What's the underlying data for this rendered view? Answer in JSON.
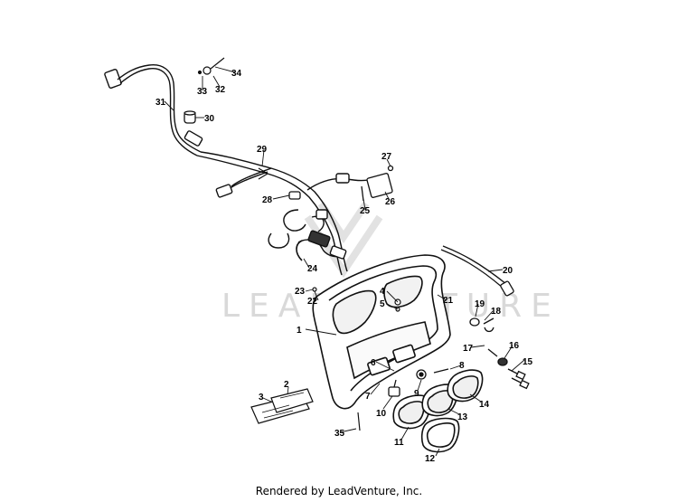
{
  "watermark": "LEADVENTURE",
  "footer": "Rendered by LeadVenture, Inc.",
  "callouts": [
    {
      "num": "1"
    },
    {
      "num": "2"
    },
    {
      "num": "3"
    },
    {
      "num": "4"
    },
    {
      "num": "5"
    },
    {
      "num": "6"
    },
    {
      "num": "7"
    },
    {
      "num": "8"
    },
    {
      "num": "9"
    },
    {
      "num": "10"
    },
    {
      "num": "11"
    },
    {
      "num": "12"
    },
    {
      "num": "13"
    },
    {
      "num": "14"
    },
    {
      "num": "15"
    },
    {
      "num": "16"
    },
    {
      "num": "17"
    },
    {
      "num": "18"
    },
    {
      "num": "19"
    },
    {
      "num": "20"
    },
    {
      "num": "21"
    },
    {
      "num": "22"
    },
    {
      "num": "23"
    },
    {
      "num": "24"
    },
    {
      "num": "25"
    },
    {
      "num": "26"
    },
    {
      "num": "27"
    },
    {
      "num": "28"
    },
    {
      "num": "29"
    },
    {
      "num": "30"
    },
    {
      "num": "31"
    },
    {
      "num": "32"
    },
    {
      "num": "33"
    },
    {
      "num": "34"
    },
    {
      "num": "35"
    }
  ]
}
